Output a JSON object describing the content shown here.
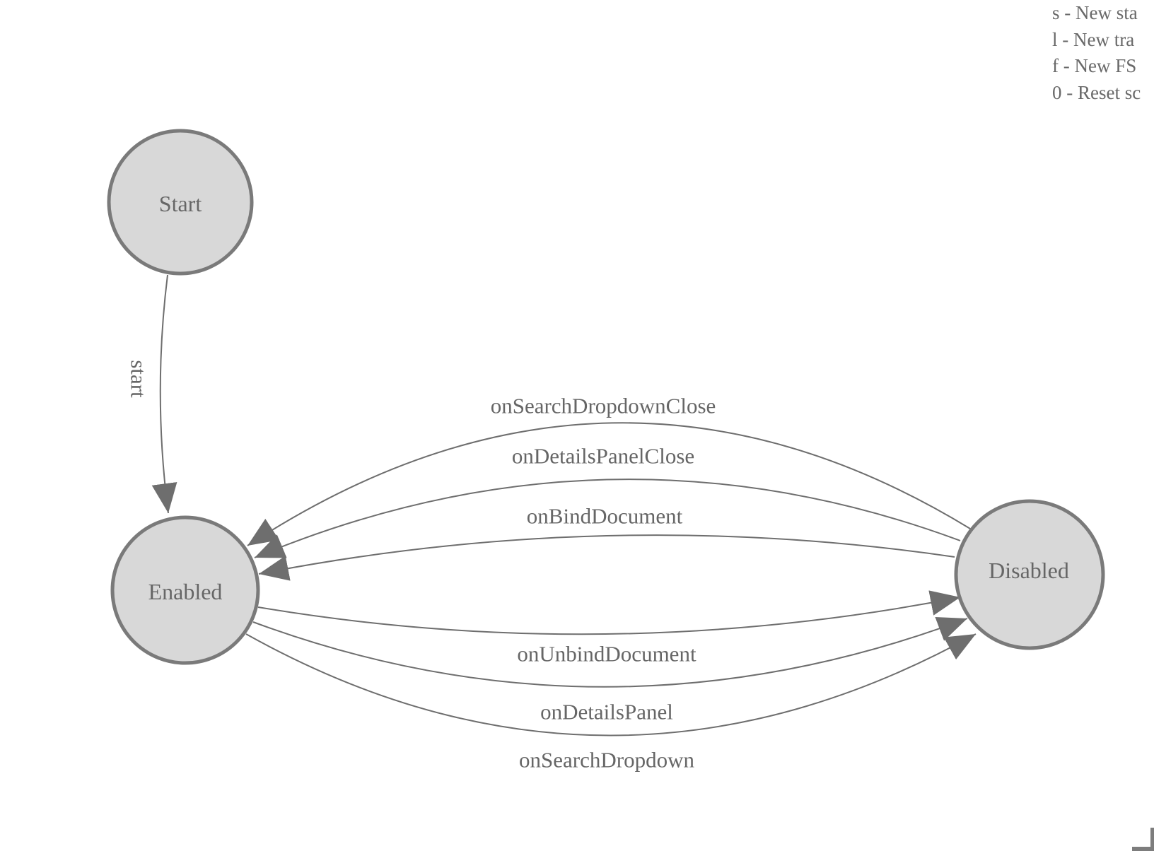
{
  "diagram": {
    "states": [
      {
        "id": "start",
        "label": "Start"
      },
      {
        "id": "enabled",
        "label": "Enabled"
      },
      {
        "id": "disabled",
        "label": "Disabled"
      }
    ],
    "transitions": [
      {
        "label": "start",
        "from": "Start",
        "to": "Enabled"
      },
      {
        "label": "onSearchDropdownClose",
        "from": "Disabled",
        "to": "Enabled"
      },
      {
        "label": "onDetailsPanelClose",
        "from": "Disabled",
        "to": "Enabled"
      },
      {
        "label": "onBindDocument",
        "from": "Disabled",
        "to": "Enabled"
      },
      {
        "label": "onUnbindDocument",
        "from": "Enabled",
        "to": "Disabled"
      },
      {
        "label": "onDetailsPanel",
        "from": "Enabled",
        "to": "Disabled"
      },
      {
        "label": "onSearchDropdown",
        "from": "Enabled",
        "to": "Disabled"
      }
    ]
  },
  "legend": {
    "lines": [
      "s - New sta",
      "l - New tra",
      "f - New FS",
      "0 - Reset sc"
    ]
  },
  "colors": {
    "state_fill": "#d8d8d8",
    "state_stroke": "#7a7a7a",
    "edge_stroke": "#6e6e6e",
    "label_text": "#666666",
    "legend_text": "#696969"
  }
}
